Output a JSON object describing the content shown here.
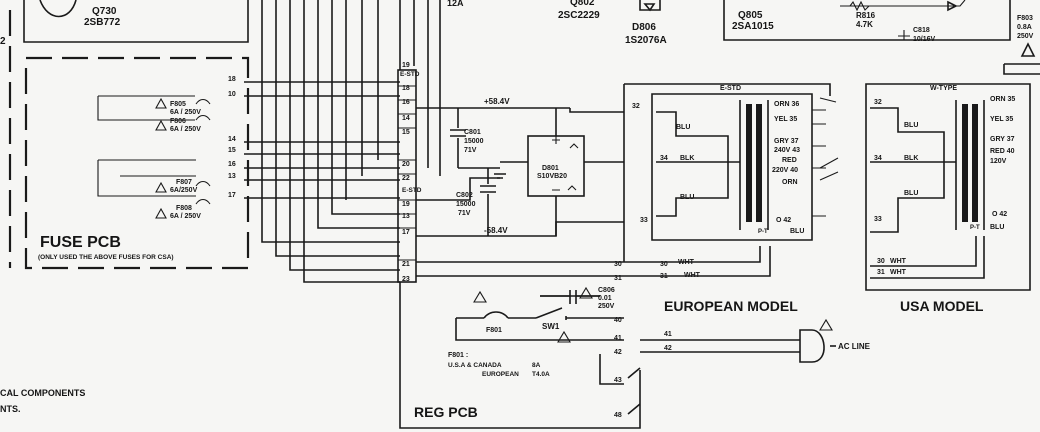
{
  "top_labels": {
    "q730_name": "Q730",
    "q730_part": "2SB772",
    "q802_name": "Q802",
    "q802_part": "2SC2229",
    "d806_name": "D806",
    "d806_part": "1S2076A",
    "q805_name": "Q805",
    "q805_part": "2SA1015",
    "r816_name": "R816",
    "r816_value": "4.7K",
    "c818_name": "C818",
    "c818_value": "10/16V",
    "f803_name": "F803",
    "f803_rating": "0.8A",
    "f803_voltage": "250V",
    "i_label": "12A",
    "left_cut": "2"
  },
  "fuse_pcb": {
    "title": "FUSE PCB",
    "note": "(ONLY USED THE ABOVE FUSES FOR CSA)",
    "fuses": [
      {
        "name": "F805",
        "rating": "6A / 250V"
      },
      {
        "name": "F806",
        "rating": "6A / 250V"
      },
      {
        "name": "F807",
        "rating": "6A/250V"
      },
      {
        "name": "F808",
        "rating": "6A / 250V"
      }
    ],
    "pins_top": [
      "18",
      "10",
      "14",
      "15"
    ],
    "pins_bottom": [
      "16",
      "13",
      "17"
    ]
  },
  "connector": {
    "header_top": "19",
    "label_top": "E-STD",
    "pins_top": [
      "18",
      "16",
      "14",
      "15"
    ],
    "pins_mid": [
      "20",
      "22"
    ],
    "label_mid": "E-STD",
    "pins_bottom": [
      "19",
      "13",
      "17",
      "21",
      "23"
    ]
  },
  "rectifier": {
    "plus_rail": "+58.4V",
    "minus_rail": "-58.4V",
    "c801_name": "C801",
    "c801_value": "15000",
    "c801_voltage": "71V",
    "c802_name": "C802",
    "c802_value": "15000",
    "c802_voltage": "71V",
    "d801_name": "D801",
    "d801_part": "S10VB20"
  },
  "european": {
    "header": "E-STD",
    "title": "EUROPEAN MODEL",
    "left_pins": [
      "32",
      "34",
      "33",
      "30",
      "31"
    ],
    "left_labels": [
      "BLU",
      "BLK",
      "BLU",
      "WHT",
      "WHT"
    ],
    "right_pins": [
      "ORN 36",
      "YEL 35",
      "GRY 37",
      "240V 43",
      "RED",
      "220V 40",
      "ORN",
      "O 42"
    ],
    "bottom_label": "P-T",
    "bottom_blu": "BLU"
  },
  "usa": {
    "header": "W-TYPE",
    "title": "USA MODEL",
    "left_pins": [
      "32",
      "34",
      "33",
      "30",
      "31"
    ],
    "left_labels": [
      "BLU",
      "BLK",
      "BLU",
      "WHT",
      "WHT"
    ],
    "right_pins": [
      "ORN 35",
      "YEL 35",
      "GRY 37",
      "RED 40",
      "120V",
      "O 42"
    ],
    "bottom_label": "P-T",
    "bottom_blu": "BLU"
  },
  "reg_pcb": {
    "title": "REG PCB",
    "pins_left": [
      "30",
      "31",
      "40",
      "41",
      "42",
      "43",
      "48"
    ],
    "pins_right": [
      "41",
      "42"
    ],
    "c806_name": "C806",
    "c806_value": "0.01",
    "c806_voltage": "250V",
    "f801_label": "F801",
    "sw1_label": "SW1",
    "ac_line": "AC LINE",
    "fuse_note_title": "F801 :",
    "fuse_note_row1_region": "U.S.A & CANADA",
    "fuse_note_row1_value": "8A",
    "fuse_note_row2_region": "EUROPEAN",
    "fuse_note_row2_value": "T4.0A"
  },
  "footer_text": {
    "line1": "CAL COMPONENTS",
    "line2": "NTS."
  }
}
